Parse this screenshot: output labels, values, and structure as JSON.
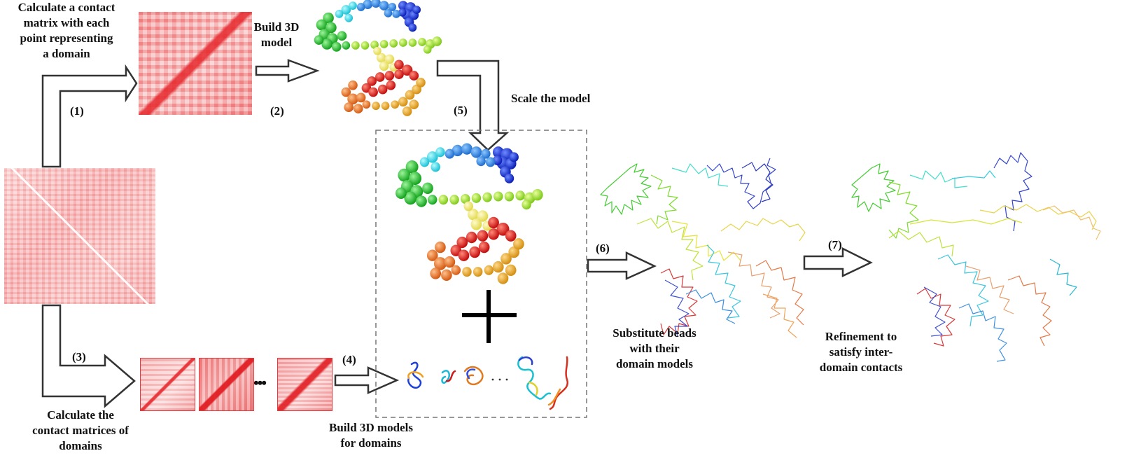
{
  "labels": {
    "calc_contact_matrix": [
      "Calculate a contact",
      "matrix with each",
      "point representing",
      "a domain"
    ],
    "build_3d_model": [
      "Build 3D",
      "model"
    ],
    "scale_the_model": "Scale the model",
    "calc_domain_matrices": [
      "Calculate the",
      "contact matrices of",
      "domains"
    ],
    "build_domain_models": [
      "Build 3D models",
      "for domains"
    ],
    "substitute_beads": [
      "Substitute beads",
      "with their",
      "domain models"
    ],
    "refinement": [
      "Refinement",
      "to",
      "satisfy inter-",
      "domain contacts"
    ]
  },
  "steps": [
    "(1)",
    "(2)",
    "(3)",
    "(4)",
    "(5)",
    "(6)",
    "(7)"
  ],
  "ellipsis": "•••",
  "dots": ". . .",
  "colors": {
    "heatmap_red": "#e8383b",
    "arrow_stroke": "#333333",
    "dashed_box": "#777777"
  }
}
